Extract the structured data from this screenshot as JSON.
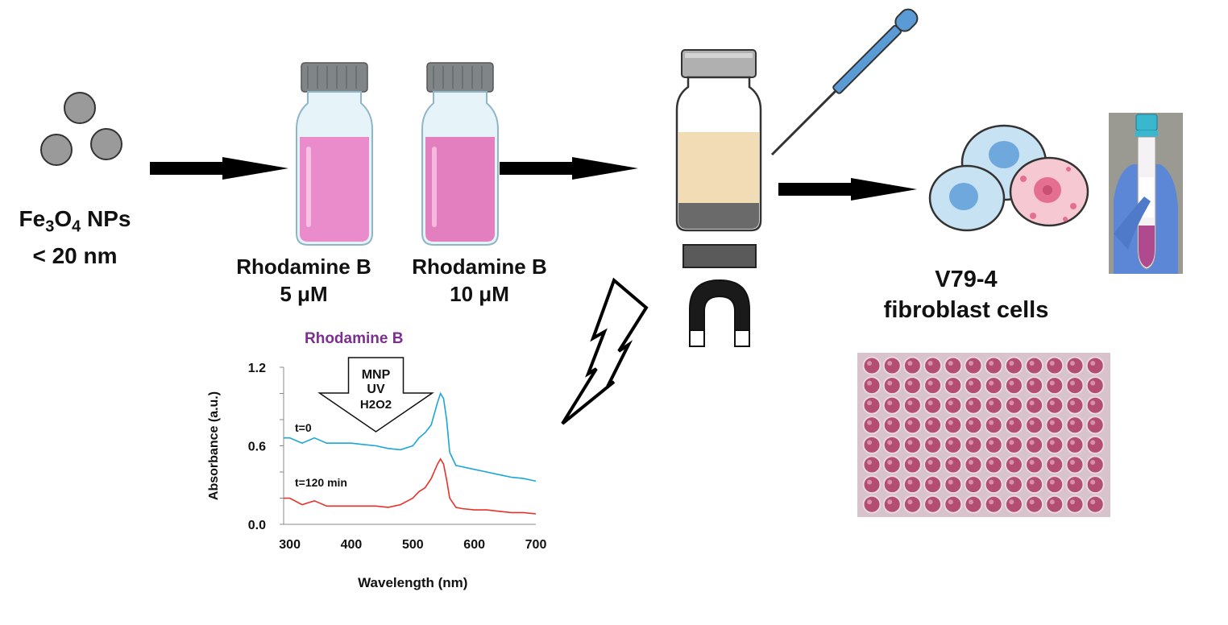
{
  "np_label": {
    "line1_a": "Fe",
    "sub1": "3",
    "line1_b": "O",
    "sub2": "4",
    "line1_c": " NPs",
    "line2": "< 20 nm"
  },
  "vial1": {
    "name": "Rhodamine B",
    "conc": "5 μM"
  },
  "vial2": {
    "name": "Rhodamine B",
    "conc": "10 μM"
  },
  "cells": {
    "line1": "V79-4",
    "line2": "fibroblast cells"
  },
  "colors": {
    "arrow": "#000000",
    "vial_liquid": "#ea8ccb",
    "vial_cap": "#808588",
    "magnetic_solution": "#f2dcb6",
    "pellet": "#6a6a6a",
    "pipette": "#5b9bd5",
    "cell_blue": "#c7e3f3",
    "cell_pink": "#f6c9d2",
    "series_t0": "#1aa6d8",
    "series_t120": "#e8312a",
    "title": "#7b2f8e"
  },
  "chart_data": {
    "type": "line",
    "title": "Rhodamine B",
    "xlabel": "Wavelength (nm)",
    "ylabel": "Absorbance (a.u.)",
    "xlim": [
      290,
      700
    ],
    "ylim": [
      0.0,
      1.2
    ],
    "xticks": [
      "300",
      "400",
      "500",
      "600",
      "700"
    ],
    "yticks": [
      "0.0",
      "0.6",
      "1.2"
    ],
    "annotation": {
      "line1": "MNP",
      "line2": "UV",
      "line3": "H2O2"
    },
    "series": [
      {
        "name": "t=0",
        "color": "#1aa6d8",
        "x": [
          290,
          300,
          320,
          340,
          360,
          380,
          400,
          420,
          440,
          460,
          480,
          500,
          510,
          520,
          530,
          540,
          545,
          550,
          555,
          560,
          570,
          580,
          600,
          620,
          640,
          660,
          680,
          700
        ],
        "y": [
          0.66,
          0.66,
          0.62,
          0.66,
          0.62,
          0.62,
          0.62,
          0.61,
          0.6,
          0.58,
          0.57,
          0.6,
          0.66,
          0.7,
          0.76,
          0.93,
          1.0,
          0.96,
          0.8,
          0.55,
          0.45,
          0.44,
          0.42,
          0.4,
          0.38,
          0.36,
          0.35,
          0.33
        ]
      },
      {
        "name": "t=120 min",
        "color": "#e8312a",
        "x": [
          290,
          300,
          320,
          340,
          360,
          380,
          400,
          420,
          440,
          460,
          480,
          500,
          510,
          520,
          530,
          540,
          545,
          550,
          555,
          560,
          570,
          580,
          600,
          620,
          640,
          660,
          680,
          700
        ],
        "y": [
          0.2,
          0.2,
          0.15,
          0.18,
          0.14,
          0.14,
          0.14,
          0.14,
          0.14,
          0.13,
          0.15,
          0.2,
          0.25,
          0.28,
          0.35,
          0.46,
          0.5,
          0.46,
          0.34,
          0.2,
          0.13,
          0.12,
          0.11,
          0.11,
          0.1,
          0.09,
          0.09,
          0.08
        ]
      }
    ]
  }
}
